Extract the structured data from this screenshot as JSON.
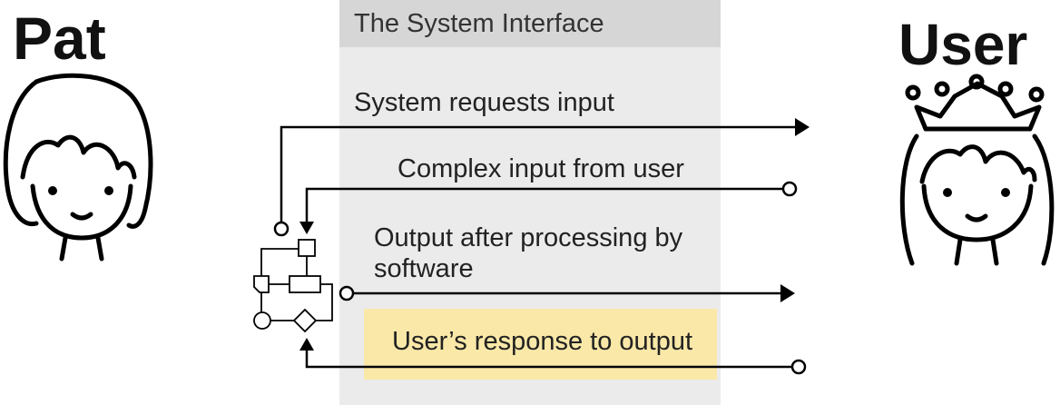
{
  "panel": {
    "title": "The System Interface"
  },
  "actors": {
    "left": {
      "name": "Pat"
    },
    "right": {
      "name": "User"
    }
  },
  "messages": [
    {
      "text": "System requests input",
      "direction": "system-to-user"
    },
    {
      "text": "Complex input from user",
      "direction": "user-to-system"
    },
    {
      "text": "Output after processing by software",
      "direction": "system-to-user"
    },
    {
      "text": "User’s response to output",
      "direction": "user-to-system"
    }
  ],
  "colors": {
    "panel": "#ebebeb",
    "panel_header": "#d6d6d6",
    "highlight": "#fae8a8",
    "line": "#000000"
  }
}
